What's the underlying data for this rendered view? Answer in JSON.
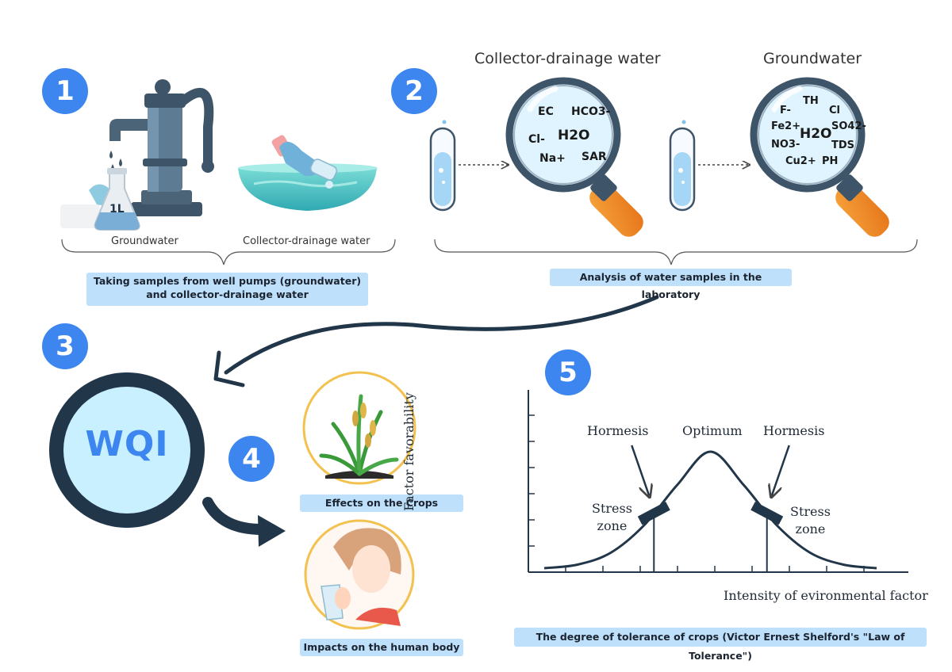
{
  "steps": [
    "1",
    "2",
    "3",
    "4",
    "5"
  ],
  "step1": {
    "groundwater_label": "Groundwater",
    "collector_label": "Collector-drainage water",
    "flask_label": "1L",
    "caption": "Taking samples from well pumps (groundwater) and collector-drainage water"
  },
  "step2": {
    "collector_title": "Collector-drainage water",
    "groundwater_title": "Groundwater",
    "caption": "Analysis of water samples in the laboratory",
    "collector_params": [
      "EC",
      "HCO3-",
      "H2O",
      "Cl-",
      "Na+",
      "SAR"
    ],
    "groundwater_params": [
      "TH",
      "F-",
      "Cl",
      "Fe2+",
      "H2O",
      "SO42-",
      "NO3-",
      "TDS",
      "Cu2+",
      "PH"
    ]
  },
  "step3": {
    "index_label": "WQI"
  },
  "step4": {
    "crops_caption": "Effects on the Crops",
    "human_caption": "Impacts on the human body"
  },
  "step5": {
    "caption": "The degree of tolerance of crops (Victor Ernest Shelford's \"Law of Tolerance\")"
  },
  "chart_data": {
    "type": "line",
    "xlabel": "Intensity of evironmental factor",
    "ylabel": "Factor favorability",
    "annotations": {
      "optimum": "Optimum",
      "hormesis_left": "Hormesis",
      "hormesis_right": "Hormesis",
      "stress_left": "Stress\nzone",
      "stress_right": "Stress\nzone"
    },
    "curve": "bell",
    "x": [
      0,
      1,
      2,
      3,
      4,
      5,
      6,
      7,
      8,
      9,
      10
    ],
    "y": [
      0.02,
      0.05,
      0.15,
      0.38,
      0.72,
      1.0,
      0.72,
      0.38,
      0.15,
      0.05,
      0.02
    ],
    "thresholds_x": [
      3.3,
      6.7
    ],
    "y_ticks": 6
  },
  "colors": {
    "badge": "#3d86f0",
    "caption_bg": "#bfe0fb",
    "dark_navy": "#22364a",
    "pump": "#3e5569",
    "water": "#4ec5c1",
    "handle": "#f08a24",
    "lens": "#dff4ff"
  }
}
